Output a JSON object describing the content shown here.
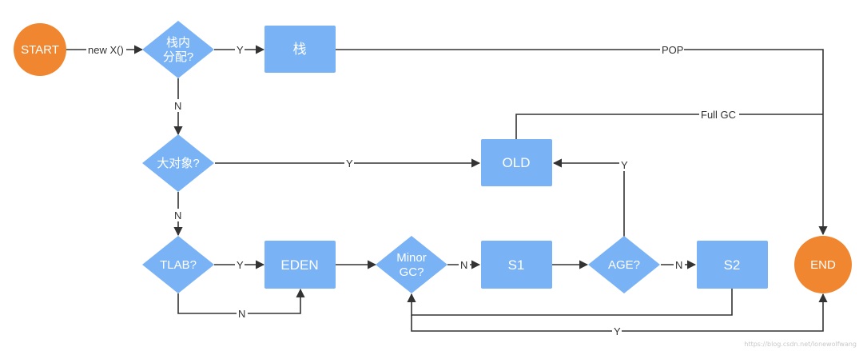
{
  "nodes": {
    "start": "START",
    "end": "END",
    "stack_alloc_q_line1": "栈内",
    "stack_alloc_q_line2": "分配?",
    "stack": "栈",
    "big_object_q": "大对象?",
    "old": "OLD",
    "tlab_q": "TLAB?",
    "eden": "EDEN",
    "minor_gc_q_line1": "Minor",
    "minor_gc_q_line2": "GC?",
    "s1": "S1",
    "age_q": "AGE?",
    "s2": "S2"
  },
  "edges": {
    "new_x": "new X()",
    "stack_yes": "Y",
    "pop": "POP",
    "stack_no": "N",
    "full_gc": "Full GC",
    "big_yes": "Y",
    "big_no": "N",
    "age_yes": "Y",
    "tlab_yes": "Y",
    "tlab_no": "N",
    "minor_no": "N",
    "age_no": "N",
    "minor_loop_yes": "Y"
  },
  "watermark": "https://blog.csdn.net/lonewolfwang",
  "colors": {
    "terminal": "#F0862F",
    "process": "#7AB3F5",
    "line": "#333333"
  }
}
